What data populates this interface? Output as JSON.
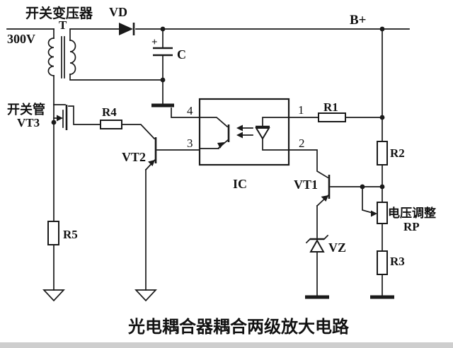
{
  "caption": "光电耦合器耦合两级放大电路",
  "labels": {
    "transformer_name": "开关变压器",
    "transformer_ref": "T",
    "input_voltage": "300V",
    "rectifier_diode": "VD",
    "filter_cap": "C",
    "cap_polarity": "+",
    "supply_rail": "B+",
    "switch_tube_name": "开关管",
    "switch_tube_ref": "VT3",
    "r1": "R1",
    "r2": "R2",
    "r3": "R3",
    "r4": "R4",
    "r5": "R5",
    "pot_name": "电压调整",
    "pot_ref": "RP",
    "vt1": "VT1",
    "vt2": "VT2",
    "zener": "VZ",
    "optocoupler": "IC",
    "pin1": "1",
    "pin2": "2",
    "pin3": "3",
    "pin4": "4"
  },
  "colors": {
    "line": "#1a1a1a",
    "background": "#ffffff",
    "scan_band": "#c6c6c6"
  }
}
